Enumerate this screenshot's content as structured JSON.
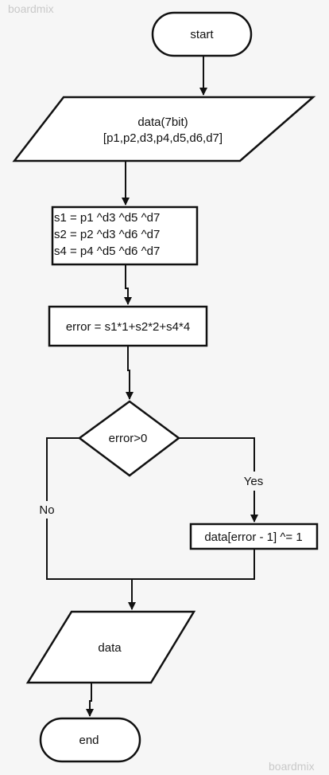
{
  "watermark": {
    "top_left": "boardmix",
    "bottom_right": "boardmix"
  },
  "flowchart": {
    "start_label": "start",
    "input_line1": "data(7bit)",
    "input_line2": "[p1,p2,d3,p4,d5,d6,d7]",
    "syndrome_line1": "s1 = p1 ^d3 ^d5 ^d7",
    "syndrome_line2": "s2 = p2 ^d3 ^d6 ^d7",
    "syndrome_line3": "s4 = p4 ^d5 ^d6 ^d7",
    "error_calc": "error = s1*1+s2*2+s4*4",
    "decision": "error>0",
    "yes_label": "Yes",
    "no_label": "No",
    "correction": "data[error - 1] ^= 1",
    "output_label": "data",
    "end_label": "end"
  },
  "colors": {
    "background": "#f6f6f6",
    "stroke": "#111111",
    "fill": "#ffffff",
    "watermark": "#c9c9c9"
  }
}
